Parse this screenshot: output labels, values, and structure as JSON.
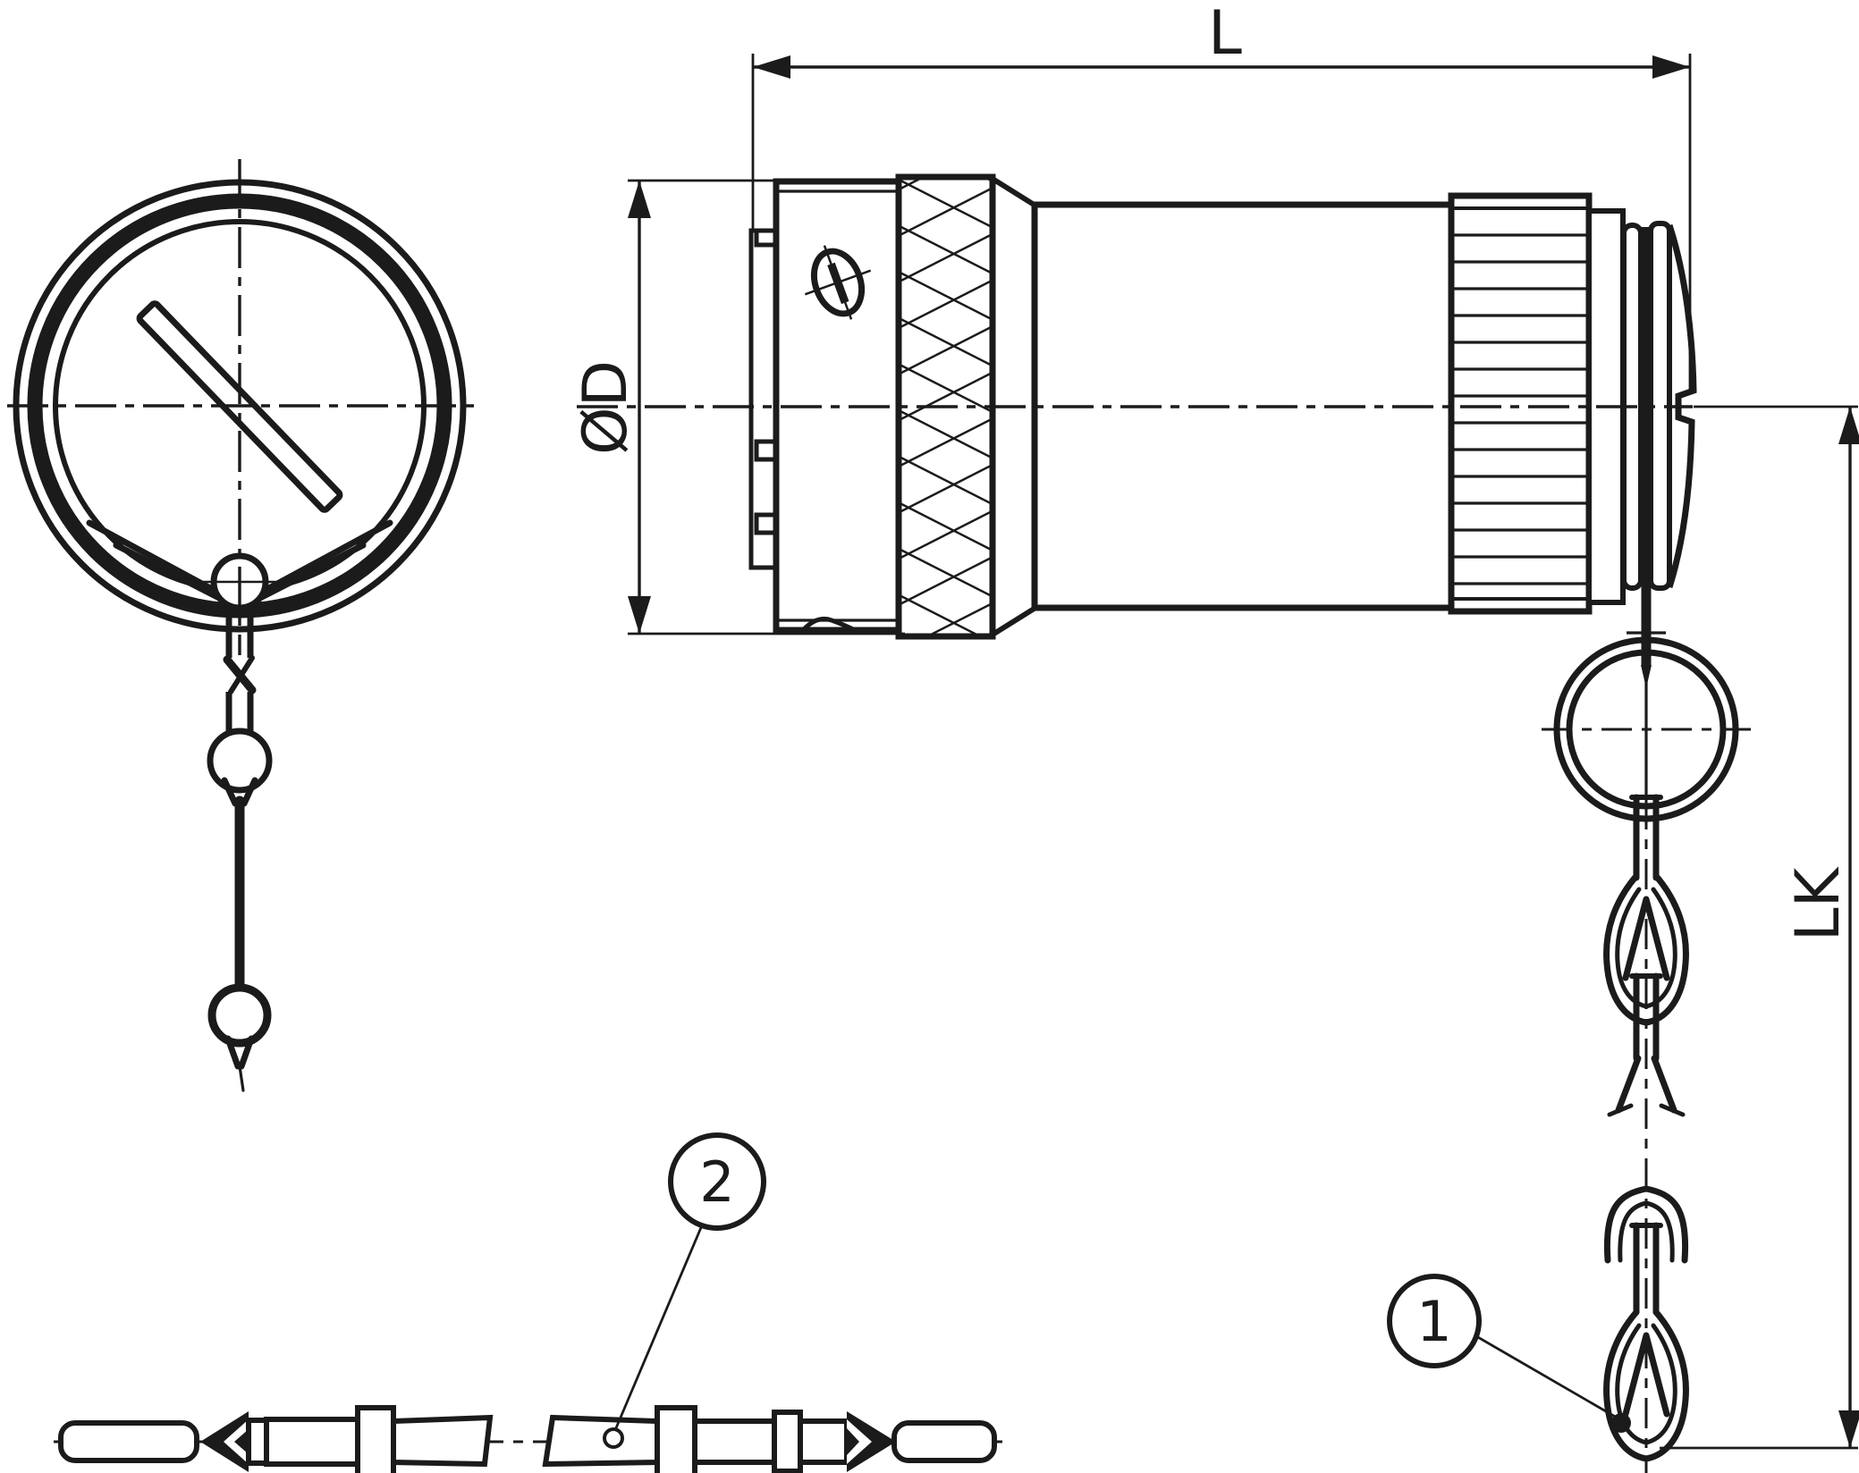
{
  "drawing": {
    "background_color": "#ffffff",
    "line_color": "#1b1b1b",
    "dimension_labels": {
      "length": "L",
      "diameter": "ØD",
      "chain_length": "LK"
    },
    "callouts": [
      {
        "number": "1"
      },
      {
        "number": "2"
      }
    ]
  }
}
